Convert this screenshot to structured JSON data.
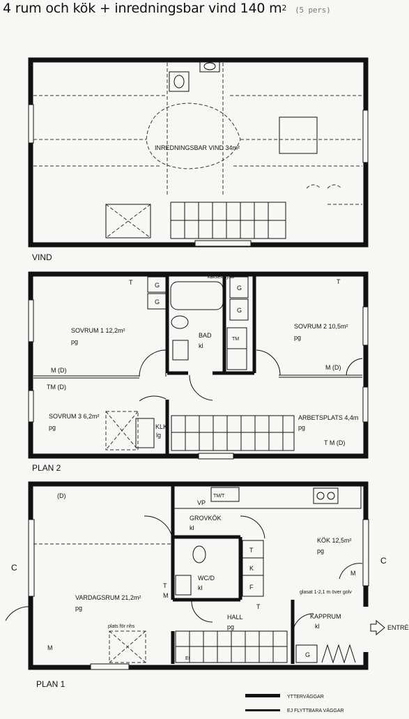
{
  "header": {
    "title": "4 rum och kök + inredningsbar vind 140 m",
    "persons": "(5 pers)"
  },
  "floors": {
    "vind": {
      "name": "VIND",
      "rooms": {
        "attic": "INREDNINGSBAR VIND 34m²"
      }
    },
    "plan2": {
      "name": "PLAN 2",
      "rooms": {
        "sovrum1": "SOVRUM 1 12,2m²",
        "sovrum1_floor": "pg",
        "sovrum2": "SOVRUM 2 10,5m²",
        "sovrum2_floor": "pg",
        "sovrum3": "SOVRUM 3 6,2m²",
        "sovrum3_floor": "pg",
        "bad": "BAD",
        "bad_floor": "kl",
        "arbetsplats": "ARBETSPLATS 4,4m",
        "arbetsplats_floor": "pg",
        "klk": "KLK",
        "klk_floor": "lg"
      },
      "marks": {
        "t1": "T",
        "t2": "T",
        "m1": "M (D)",
        "m2": "M (D)",
        "tm1": "TM (D)",
        "tm2": "T M (D)",
        "g1": "G",
        "g2": "G",
        "g3": "G",
        "g4": "G",
        "tm_box": "TM",
        "kaksel": "kakseli hylla"
      }
    },
    "plan1": {
      "name": "PLAN 1",
      "rooms": {
        "vardagsrum": "VARDAGSRUM 21,2m²",
        "vardagsrum_floor": "pg",
        "grovkok": "GROVKÖK",
        "grovkok_floor": "kl",
        "kok": "KÖK 12,5m²",
        "kok_floor": "pg",
        "wcd": "WC/D",
        "wcd_floor": "kl",
        "hall": "HALL",
        "hall_floor": "pg",
        "kapprum": "KAPPRUM",
        "kapprum_floor": "kl"
      },
      "marks": {
        "d": "(D)",
        "vp": "VP",
        "tmt": "TM/T",
        "t": "T",
        "k": "K",
        "f": "F",
        "tm_t": "T",
        "tm_m": "M",
        "m_left": "M",
        "m_right": "M",
        "hall_t": "T",
        "g": "G",
        "et": "Et",
        "plats": "plats för nhs",
        "glasat": "glasat 1-2,1 m över golv",
        "entre": "ENTRÉ",
        "c_left": "C",
        "c_right": "C"
      }
    }
  },
  "legend": {
    "items": [
      {
        "label": "YTTERVÄGGAR",
        "color": "#111111"
      },
      {
        "label": "EJ FLYTTBARA VÄGGAR",
        "color": "#111111"
      }
    ]
  }
}
